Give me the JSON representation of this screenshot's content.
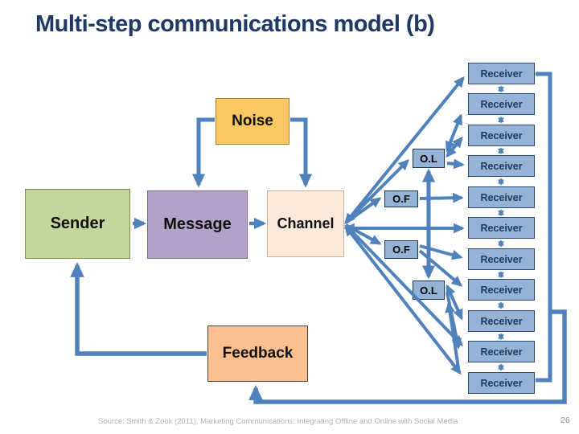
{
  "slide": {
    "title": "Multi-step communications model (b)",
    "source": "Source: Smith & Zook (2011), Marketing Communications: Integrating Offline and Online with Social Media",
    "page_number": "26"
  },
  "diagram": {
    "nodes": {
      "sender": "Sender",
      "message": "Message",
      "channel": "Channel",
      "noise": "Noise",
      "feedback": "Feedback",
      "opinion_leader_top": "O.L",
      "opinion_former_top": "O.F",
      "opinion_former_bottom": "O.F",
      "opinion_leader_bottom": "O.L"
    },
    "receivers": [
      "Receiver",
      "Receiver",
      "Receiver",
      "Receiver",
      "Receiver",
      "Receiver",
      "Receiver",
      "Receiver",
      "Receiver",
      "Receiver",
      "Receiver"
    ],
    "colors": {
      "arrow_blue": "#4F81BD",
      "receiver_fill": "#95B3D7",
      "sender_fill": "#C3D69B",
      "message_fill": "#B2A2C7",
      "channel_fill": "#FDE9D9",
      "noise_fill": "#FBC763",
      "feedback_fill": "#FAC090",
      "title_color": "#1F3864"
    }
  }
}
